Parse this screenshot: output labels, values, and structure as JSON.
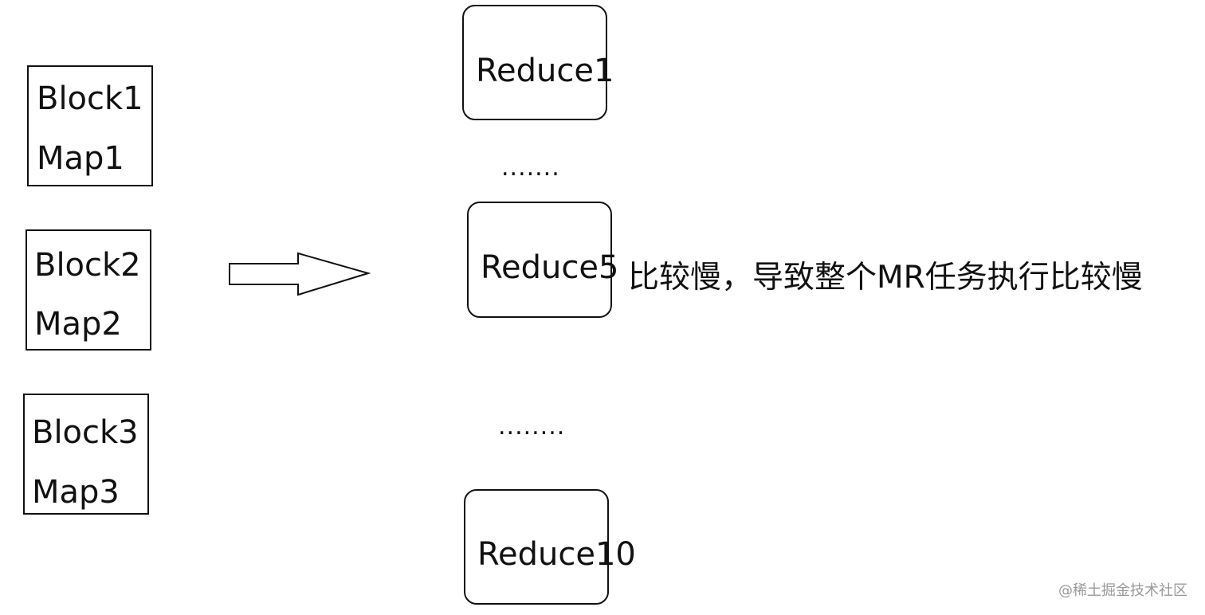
{
  "diagram": {
    "map_blocks": [
      {
        "block": "Block1",
        "map": "Map1"
      },
      {
        "block": "Block2",
        "map": "Map2"
      },
      {
        "block": "Block3",
        "map": "Map3"
      }
    ],
    "reducers": [
      {
        "label": "Reduce1"
      },
      {
        "label": "Reduce5"
      },
      {
        "label": "Reduce10"
      }
    ],
    "ellipsis_top": ".......",
    "ellipsis_bottom": "........",
    "annotation": "比较慢，导致整个MR任务执行比较慢",
    "watermark": "@稀土掘金技术社区"
  }
}
